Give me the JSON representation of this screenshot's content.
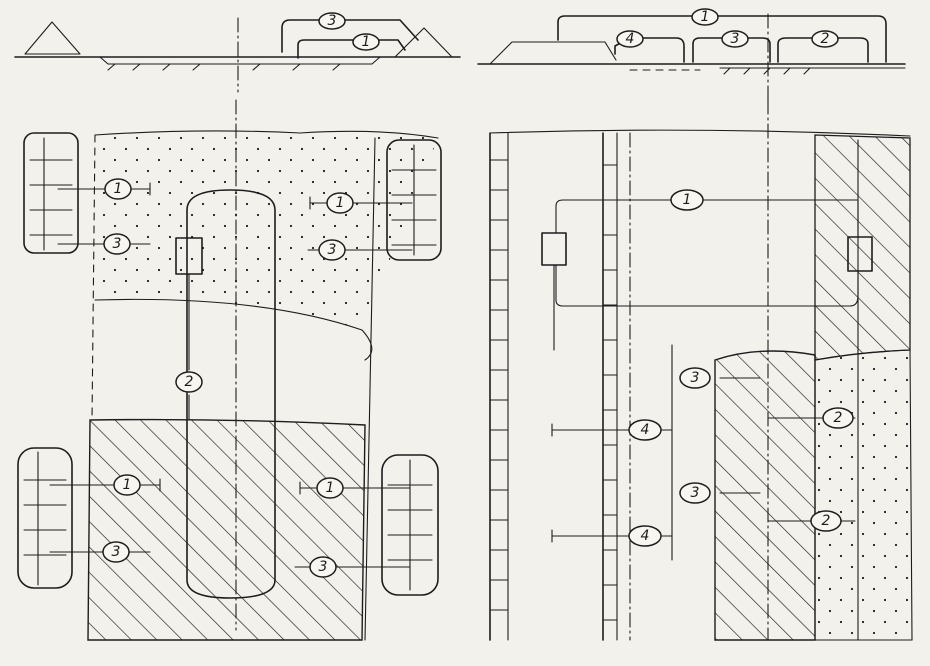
{
  "colors": {
    "paper": "#f3f1ec",
    "ink": "#1d1d1d"
  },
  "labels": {
    "l1": "1",
    "l2": "2",
    "l3": "3",
    "l4": "4"
  }
}
